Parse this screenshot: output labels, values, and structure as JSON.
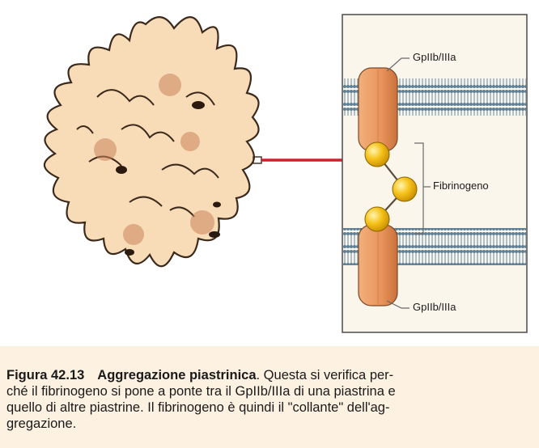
{
  "labels": {
    "receptor_top": "GpIIb/IIIa",
    "fibrinogen": "Fibrinogeno",
    "receptor_bottom": "GpIIb/IIIa"
  },
  "caption": {
    "figure_number": "Figura 42.13",
    "title": "Aggregazione piastrinica",
    "body_lines": [
      ". Questa si verifica per-",
      "ché il fibrinogeno si pone a ponte tra il GpIIb/IIIa di una piastrina e",
      "quello di altre piastrine. Il fibrinogeno è quindi il \"collante\" dell'ag-",
      "gregazione."
    ]
  },
  "colors": {
    "platelet_fill": "#f8dcb8",
    "platelet_outline": "#3b2a1c",
    "receptor": "#e8935a",
    "membrane": "#6c8ea3",
    "fibrinogen": "#f6c21a",
    "arrow": "#d0202a",
    "panel_bg": "#fbf6ec",
    "caption_bg": "#fdf1e2"
  }
}
